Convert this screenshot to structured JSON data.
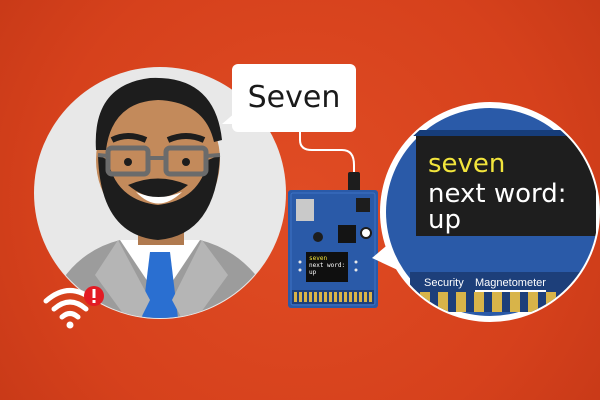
{
  "speech": {
    "text": "Seven"
  },
  "board_screen": {
    "line1": "seven",
    "line2": "next word:",
    "line3": "up"
  },
  "zoom_screen": {
    "line1": "seven",
    "line2": "next  word:",
    "line3": "up"
  },
  "tabs": [
    {
      "label": "Security"
    },
    {
      "label": "Magnetometer"
    }
  ],
  "colors": {
    "background": "#d9441f",
    "board": "#2a5aa8",
    "screen": "#1e1e1e",
    "highlight_text": "#f2e53c",
    "tie": "#2a6fd1",
    "alert": "#e31b23"
  },
  "icons": {
    "wifi": "wifi-warning-icon"
  }
}
